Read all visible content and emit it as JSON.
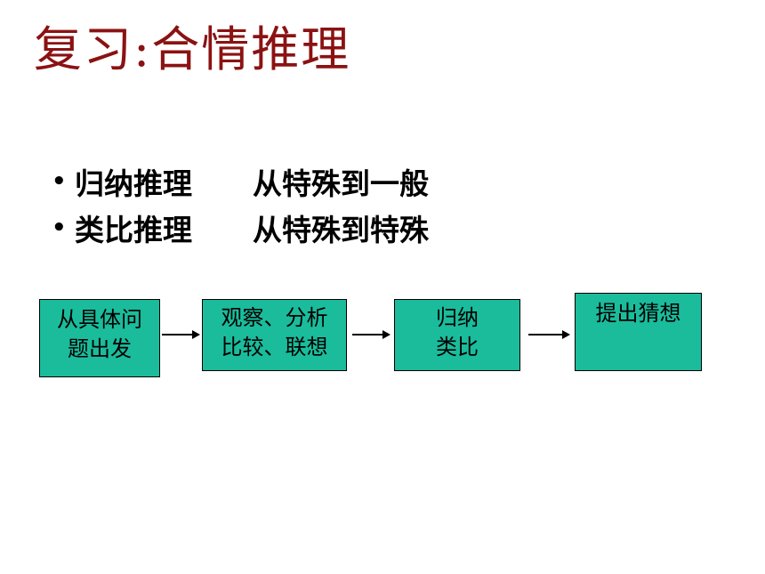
{
  "title": "复习:合情推理",
  "bullets": [
    {
      "term": "归纳推理",
      "desc": "从特殊到一般"
    },
    {
      "term": "类比推理",
      "desc": "从特殊到特殊"
    }
  ],
  "flow": [
    {
      "lines": [
        "从具体问",
        "题出发"
      ]
    },
    {
      "lines": [
        "观察、分析",
        "比较、联想"
      ]
    },
    {
      "lines": [
        "归纳",
        "类比"
      ]
    },
    {
      "lines": [
        "提出猜想"
      ]
    }
  ],
  "colors": {
    "title": "#8b1212",
    "box_fill": "#1abc9c"
  }
}
